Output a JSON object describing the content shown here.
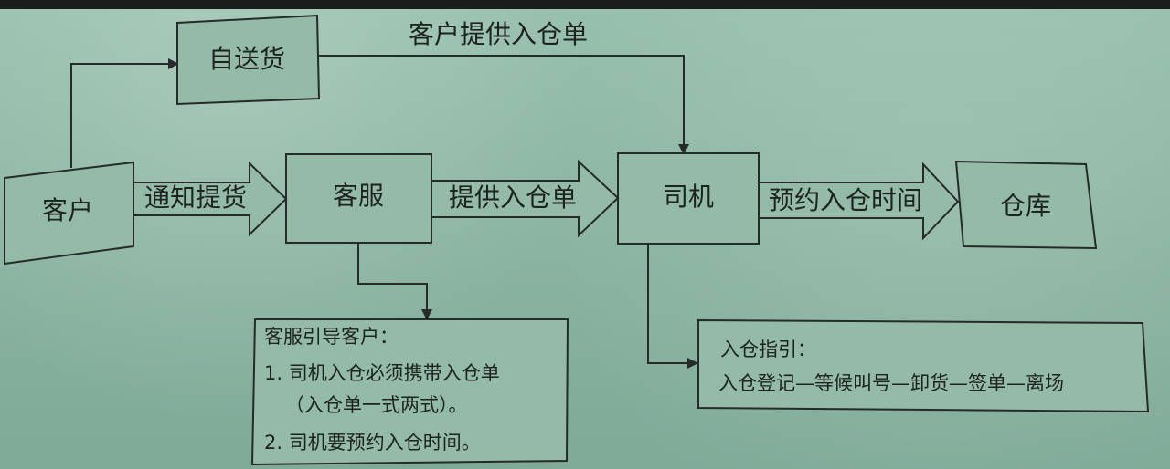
{
  "nodes": {
    "customer": "客户",
    "self_delivery": "自送货",
    "customer_service": "客服",
    "driver": "司机",
    "warehouse": "仓库"
  },
  "edges": {
    "top_route": "客户提供入仓单",
    "notify_pickup": "通知提货",
    "provide_entry_form": "提供入仓单",
    "book_entry_time": "预约入仓时间"
  },
  "notes": {
    "cs_guide": [
      "客服引导客户：",
      "1. 司机入仓必须携带入仓单",
      "（入仓单一式两式）。",
      "2. 司机要预约入仓时间。"
    ],
    "entry_guide": [
      "入仓指引：",
      "入仓登记—等候叫号—卸货—签单—离场"
    ]
  }
}
